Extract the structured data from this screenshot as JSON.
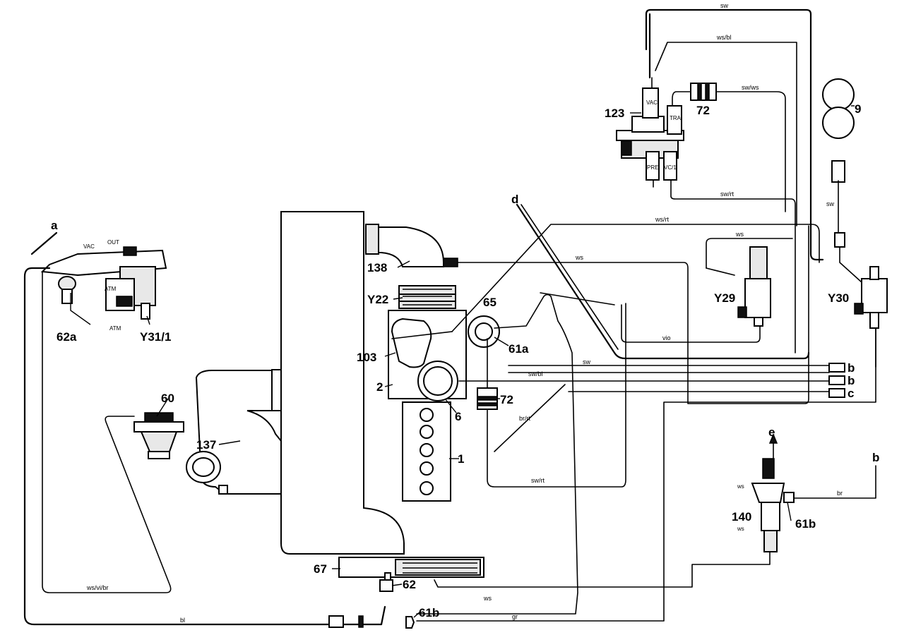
{
  "labels": {
    "a": "a",
    "b1": "b",
    "b2": "b",
    "b3": "b",
    "c": "c",
    "d": "d",
    "e": "e",
    "n1": "1",
    "n2": "2",
    "n6": "6",
    "n9": "9",
    "n60": "60",
    "n61a": "61a",
    "n61b_right": "61b",
    "n61b_bottom": "61b",
    "n62": "62",
    "n62a": "62a",
    "n65": "65",
    "n67": "67",
    "n72_top": "72",
    "n72_mid": "72",
    "n103": "103",
    "n123": "123",
    "n137": "137",
    "n138": "138",
    "n140": "140",
    "Y22": "Y22",
    "Y29": "Y29",
    "Y30": "Y30",
    "Y31_1": "Y31/1"
  },
  "wire_codes": {
    "sw_top": "sw",
    "wsbl": "ws/bl",
    "swws": "sw/ws",
    "swrt": "sw/rt",
    "wsrt": "ws/rt",
    "ws1": "ws",
    "ws2": "ws",
    "ws3": "ws",
    "sw_vert": "sw",
    "vio": "vio",
    "sw_mid": "sw",
    "swbl": "sw/bl",
    "brrt": "br/rt",
    "swrt_low": "sw/rt",
    "wsvibr": "ws/vi/br",
    "bl": "bl",
    "gr": "gr",
    "br": "br",
    "ws_140": "ws",
    "ws_140b": "ws"
  },
  "port_labels": {
    "vac1": "VAC",
    "out": "OUT",
    "atm1": "ATM",
    "atm2": "ATM",
    "vac123": "VAC",
    "tra": "TRA",
    "pre": "PRE",
    "vc": "VC/1"
  }
}
